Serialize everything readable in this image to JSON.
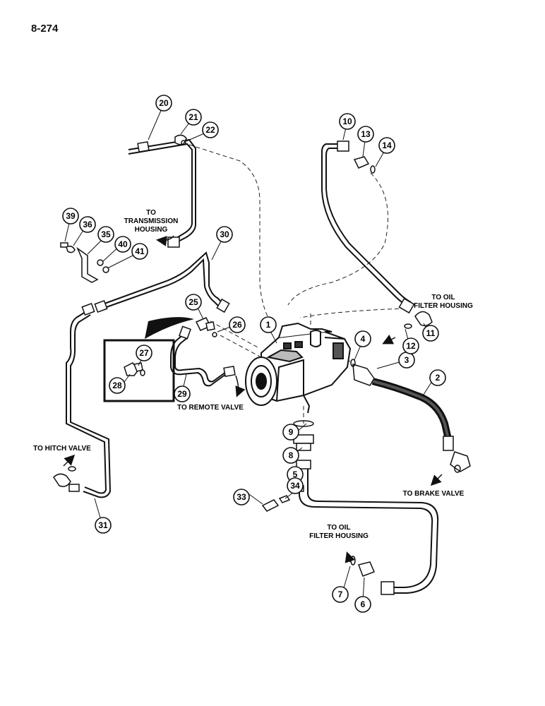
{
  "page_number": "8-274",
  "destinations": [
    {
      "id": "transmission",
      "lines": [
        "TO",
        "TRANSMISSION",
        "HOUSING"
      ]
    },
    {
      "id": "oil-filter-top",
      "lines": [
        "TO OIL",
        "FILTER HOUSING"
      ]
    },
    {
      "id": "remote-valve",
      "lines": [
        "TO REMOTE VALVE"
      ]
    },
    {
      "id": "hitch-valve",
      "lines": [
        "TO HITCH VALVE"
      ]
    },
    {
      "id": "brake-valve",
      "lines": [
        "TO BRAKE VALVE"
      ]
    },
    {
      "id": "oil-filter-bottom",
      "lines": [
        "TO OIL",
        "FILTER HOUSING"
      ]
    }
  ],
  "callouts": [
    "1",
    "2",
    "3",
    "4",
    "5",
    "6",
    "7",
    "8",
    "9",
    "10",
    "11",
    "12",
    "13",
    "14",
    "20",
    "21",
    "22",
    "25",
    "26",
    "27",
    "28",
    "29",
    "30",
    "31",
    "33",
    "34",
    "35",
    "36",
    "39",
    "40",
    "41"
  ]
}
